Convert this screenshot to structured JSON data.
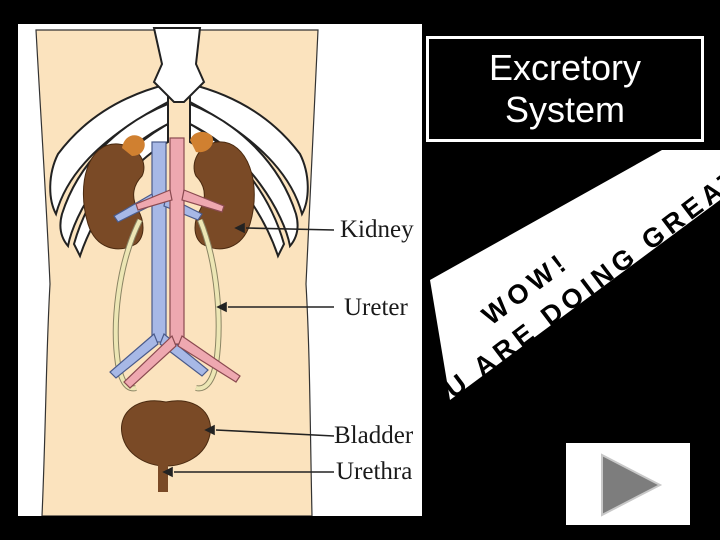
{
  "title": "Excretory\nSystem",
  "banner": {
    "line1": "WOW!",
    "line2": "YOU ARE DOING GREAT!"
  },
  "diagram": {
    "labels": {
      "kidney": "Kidney",
      "ureter": "Ureter",
      "bladder": "Bladder",
      "urethra": "Urethra"
    }
  },
  "play": {
    "icon": "play-triangle-icon"
  },
  "colors": {
    "background": "#000000",
    "skin": "#fbe3be",
    "organ": "#7a4a26",
    "adrenal": "#d08030",
    "vein": "#a7b8e6",
    "artery": "#eea8b0",
    "ureter": "#ece6b4",
    "play_triangle": "#7d7d7d"
  }
}
